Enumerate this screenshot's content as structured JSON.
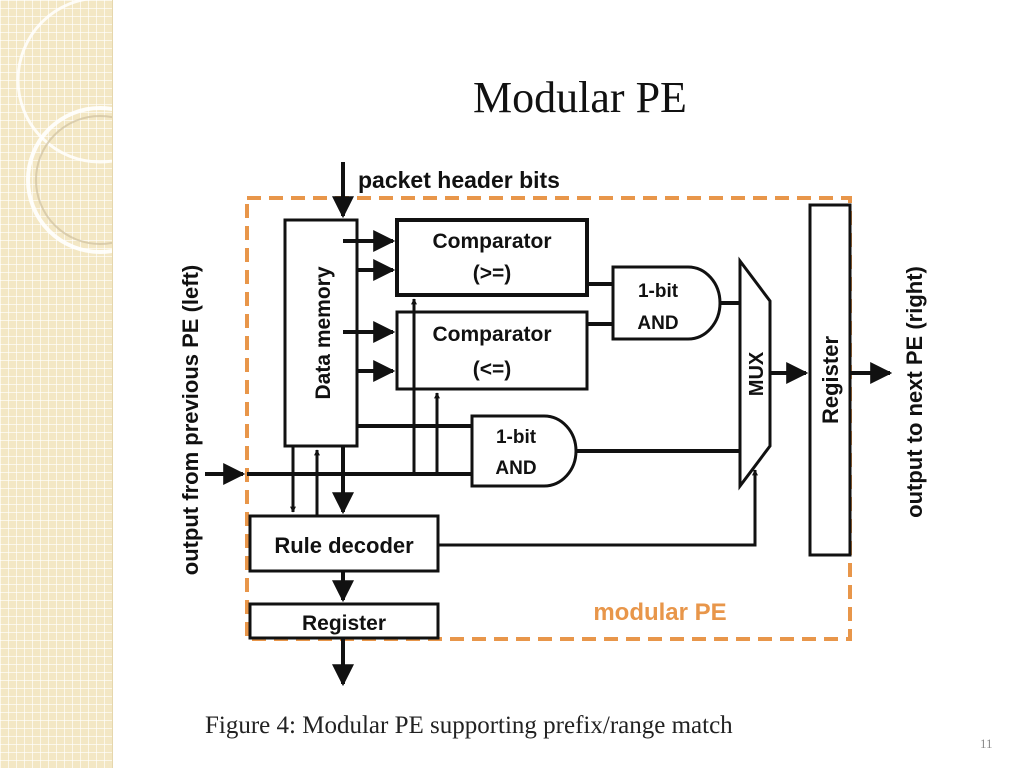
{
  "slide": {
    "title": "Modular PE",
    "page_number": "11"
  },
  "figure": {
    "input_top_label": "packet header bits",
    "input_left_label": "output from previous PE (left)",
    "output_right_label": "output to next PE (right)",
    "blocks": {
      "data_memory": "Data memory",
      "comparator_ge_line1": "Comparator",
      "comparator_ge_line2": "(>=)",
      "comparator_le_line1": "Comparator",
      "comparator_le_line2": "(<=)",
      "and_top_line1": "1-bit",
      "and_top_line2": "AND",
      "and_bottom_line1": "1-bit",
      "and_bottom_line2": "AND",
      "mux": "MUX",
      "register_right": "Register",
      "rule_decoder": "Rule decoder",
      "register_bottom": "Register"
    },
    "module_label": "modular PE",
    "caption": "Figure 4:  Modular PE supporting prefix/range match"
  },
  "colors": {
    "module_border": "#e8964a",
    "module_label": "#e8964a",
    "ink": "#111111",
    "side_strip": "#f3e7c4"
  }
}
